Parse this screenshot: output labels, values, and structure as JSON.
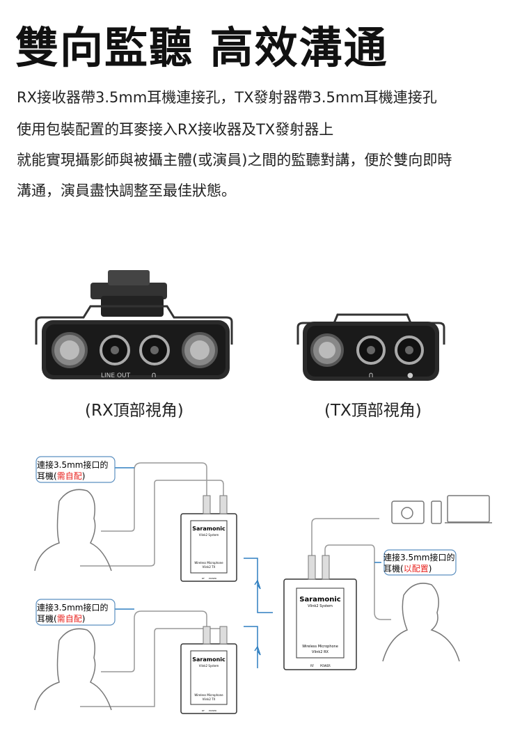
{
  "title": "雙向監聽  高效溝通",
  "description": [
    "RX接收器帶3.5mm耳機連接孔，TX發射器帶3.5mm耳機連接孔",
    "使用包裝配置的耳麥接入RX接收器及TX發射器上",
    "就能實現攝影師與被攝主體(或演員)之間的監聽對講，便於雙向即時",
    "溝通，演員盡快調整至最佳狀態。"
  ],
  "devices": {
    "rx": {
      "caption": "(RX頂部視角)",
      "port_label": "LINE OUT"
    },
    "tx": {
      "caption": "(TX頂部視角)"
    }
  },
  "diagram": {
    "label_prefix": "連接3.5mm接口的",
    "label_line2_start": "耳機(",
    "label_tx_note": "需自配",
    "label_rx_note": "以配置",
    "label_line2_end": ")",
    "brand": "Saramonic",
    "system": "Vlink2 System",
    "product": "Wireless Microphone",
    "tx_model": "Vlink2 TX",
    "rx_model": "Vlink2 RX",
    "rf": "RF",
    "power": "POWER",
    "note_color": "#e8231f",
    "link_color": "#2f7fc1"
  }
}
